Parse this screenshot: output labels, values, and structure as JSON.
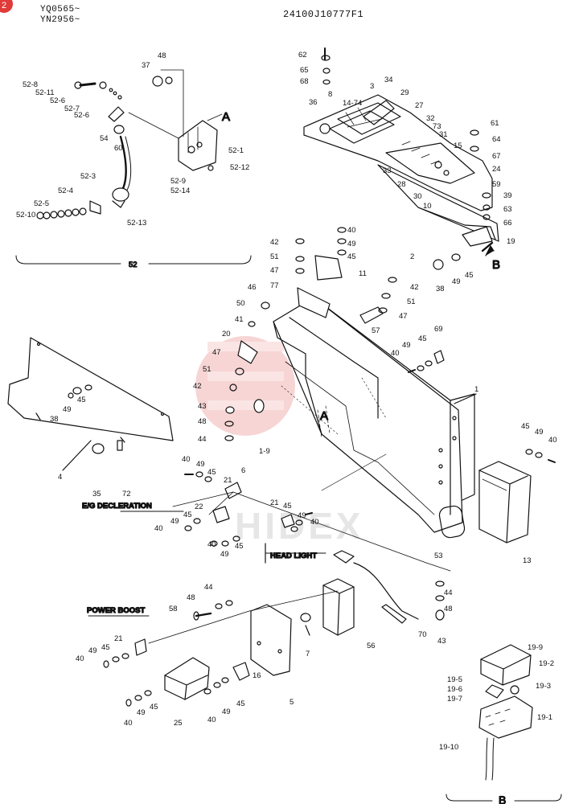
{
  "header": {
    "serial_1": "YQ0565~",
    "serial_2": "YN2956~",
    "drawing_number": "24100J10777F1",
    "badge": "2"
  },
  "watermark": "HIDEX",
  "view_letters": {
    "a": "A",
    "b": "B"
  },
  "captions": {
    "eg_deceleration": "E/G DECLERATION",
    "head_light": "HEAD LIGHT",
    "power_boost": "POWER BOOST"
  },
  "group_labels": {
    "group_52": "52",
    "group_b": "B"
  },
  "part_labels": {
    "l01": "48",
    "l02": "37",
    "l03": "52-8",
    "l04": "52-11",
    "l05": "52-6",
    "l06": "52-7",
    "l07": "52-6",
    "l08": "54",
    "l09": "60",
    "l10": "52-1",
    "l11": "52-9",
    "l12": "52-14",
    "l13": "52-12",
    "l14": "52-3",
    "l15": "52-4",
    "l16": "52-5",
    "l17": "52-10",
    "l18": "52-13",
    "l19": "62",
    "l20": "65",
    "l21": "68",
    "l22": "3",
    "l23": "34",
    "l24": "36",
    "l25": "8",
    "l26": "14-74",
    "l27": "29",
    "l28": "27",
    "l29": "32",
    "l30": "73",
    "l31": "31",
    "l32": "61",
    "l33": "15",
    "l34": "64",
    "l35": "67",
    "l36": "24",
    "l37": "33",
    "l38": "28",
    "l39": "30",
    "l40": "10",
    "l41": "59",
    "l42": "39",
    "l43": "63",
    "l44": "66",
    "l45": "19",
    "l46": "2",
    "l47": "38",
    "l48": "49",
    "l49": "45",
    "l50": "40",
    "l51": "42",
    "l52": "49",
    "l53": "51",
    "l54": "45",
    "l55": "47",
    "l56": "11",
    "l57": "77",
    "l58": "46",
    "l59": "42",
    "l60": "50",
    "l61": "51",
    "l62": "47",
    "l63": "41",
    "l64": "57",
    "l65": "20",
    "l66": "69",
    "l67": "47",
    "l68": "49",
    "l69": "45",
    "l70": "40",
    "l71": "51",
    "l72": "42",
    "l73": "1",
    "l74": "43",
    "l75": "48",
    "l76": "44",
    "l77": "1-9",
    "l78": "38",
    "l79": "49",
    "l80": "45",
    "l81": "4",
    "l82": "35",
    "l83": "72",
    "l84": "45",
    "l85": "49",
    "l86": "40",
    "l87": "13",
    "l88": "53",
    "l89": "40",
    "l90": "49",
    "l91": "45",
    "l92": "21",
    "l93": "6",
    "l94": "22",
    "l95": "45",
    "l96": "49",
    "l97": "40",
    "l98": "40",
    "l99": "49",
    "l100": "45",
    "l101": "21",
    "l102": "45",
    "l103": "49",
    "l104": "40",
    "l105": "44",
    "l106": "48",
    "l107": "58",
    "l108": "7",
    "l109": "56",
    "l110": "44",
    "l111": "48",
    "l112": "70",
    "l113": "43",
    "l114": "21",
    "l115": "45",
    "l116": "49",
    "l117": "40",
    "l118": "5",
    "l119": "16",
    "l120": "45",
    "l121": "49",
    "l122": "40",
    "l123": "40",
    "l124": "49",
    "l125": "45",
    "l126": "25",
    "l127": "19-9",
    "l128": "19-2",
    "l129": "19-5",
    "l130": "19-6",
    "l131": "19-7",
    "l132": "19-3",
    "l133": "19-1",
    "l134": "19-10"
  }
}
